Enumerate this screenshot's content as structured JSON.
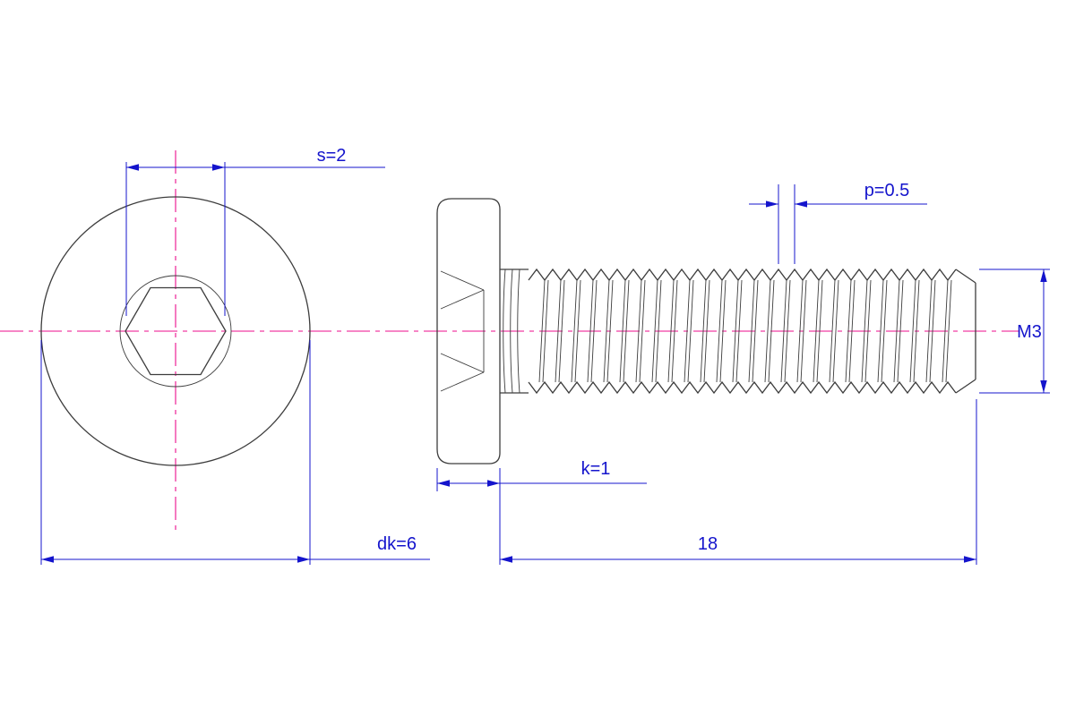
{
  "labels": {
    "s": "s=2",
    "dk": "dk=6",
    "k": "k=1",
    "length": "18",
    "pitch": "p=0.5",
    "thread": "M3"
  },
  "colors": {
    "outline": "#3d3d3d",
    "centerline": "#ec0c8c",
    "dimension": "#1414cc",
    "background": "#ffffff"
  }
}
